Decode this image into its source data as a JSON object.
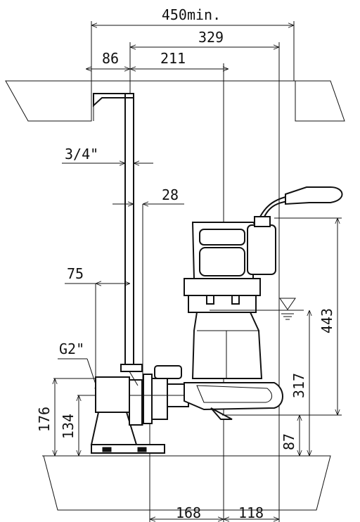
{
  "dimensions": {
    "width_450": "450min.",
    "width_329": "329",
    "width_86": "86",
    "width_211": "211",
    "pipe_3_4": "3/4\"",
    "gap_28": "28",
    "offset_75": "75",
    "thread_g2": "G2\"",
    "height_176": "176",
    "height_134": "134",
    "height_443": "443",
    "height_317": "317",
    "height_87": "87",
    "bottom_168": "168",
    "bottom_118": "118"
  },
  "colors": {
    "line": "#111111",
    "background": "#ffffff"
  }
}
